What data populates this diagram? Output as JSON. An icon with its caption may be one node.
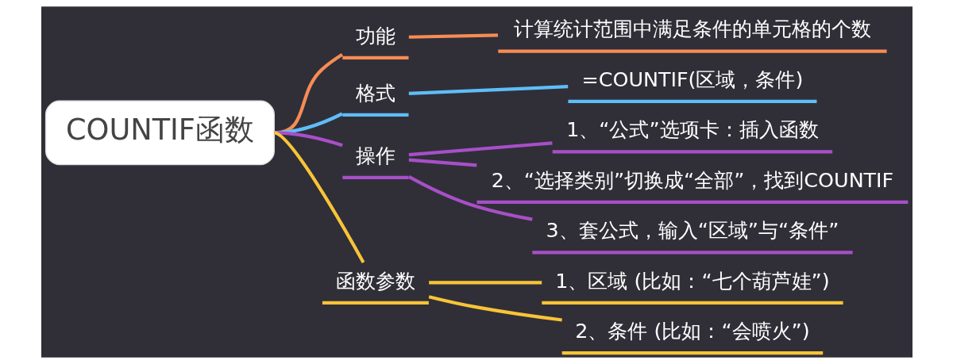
{
  "diagram": {
    "nodes": [
      {
        "text": [
          "COUNTIF函数"
        ]
      },
      {
        "text": [
          "功能"
        ]
      },
      {
        "text": [
          "计算统计范围中满足条件的单元格的个数"
        ]
      },
      {
        "text": [
          "格式"
        ]
      },
      {
        "text": [
          "=COUNTIF(区域，条件)"
        ]
      },
      {
        "text": [
          "操作"
        ]
      },
      {
        "text": [
          "1、“公式”选项卡：插入函数"
        ]
      },
      {
        "text": [
          "2、“选择类别”切换成“全部”，找到COUNTIF"
        ]
      },
      {
        "text": [
          "3、套公式，输入“区域”与“条件”"
        ]
      },
      {
        "text": [
          "函数参数"
        ]
      },
      {
        "text": [
          "1、区域 (比如：“七个葫芦娃”)"
        ]
      },
      {
        "text": [
          "2、条件 (比如：“会喷火”)"
        ]
      }
    ],
    "edges": [
      {
        "from": 0,
        "to": 1,
        "arrow": "none",
        "color": "#f78c54"
      },
      {
        "from": 1,
        "to": 2,
        "arrow": "none",
        "color": "#f78c54"
      },
      {
        "from": 0,
        "to": 3,
        "arrow": "none",
        "color": "#5fbdf8"
      },
      {
        "from": 3,
        "to": 4,
        "arrow": "none",
        "color": "#5fbdf8"
      },
      {
        "from": 0,
        "to": 5,
        "arrow": "none",
        "color": "#a84fc8"
      },
      {
        "from": 5,
        "to": 6,
        "arrow": "none",
        "color": "#a84fc8"
      },
      {
        "from": 5,
        "to": 7,
        "arrow": "none",
        "color": "#a84fc8"
      },
      {
        "from": 5,
        "to": 8,
        "arrow": "none",
        "color": "#a84fc8"
      },
      {
        "from": 0,
        "to": 9,
        "arrow": "none",
        "color": "#f8c437"
      },
      {
        "from": 9,
        "to": 10,
        "arrow": "none",
        "color": "#f8c437"
      },
      {
        "from": 9,
        "to": 11,
        "arrow": "none",
        "color": "#f8c437"
      }
    ]
  }
}
